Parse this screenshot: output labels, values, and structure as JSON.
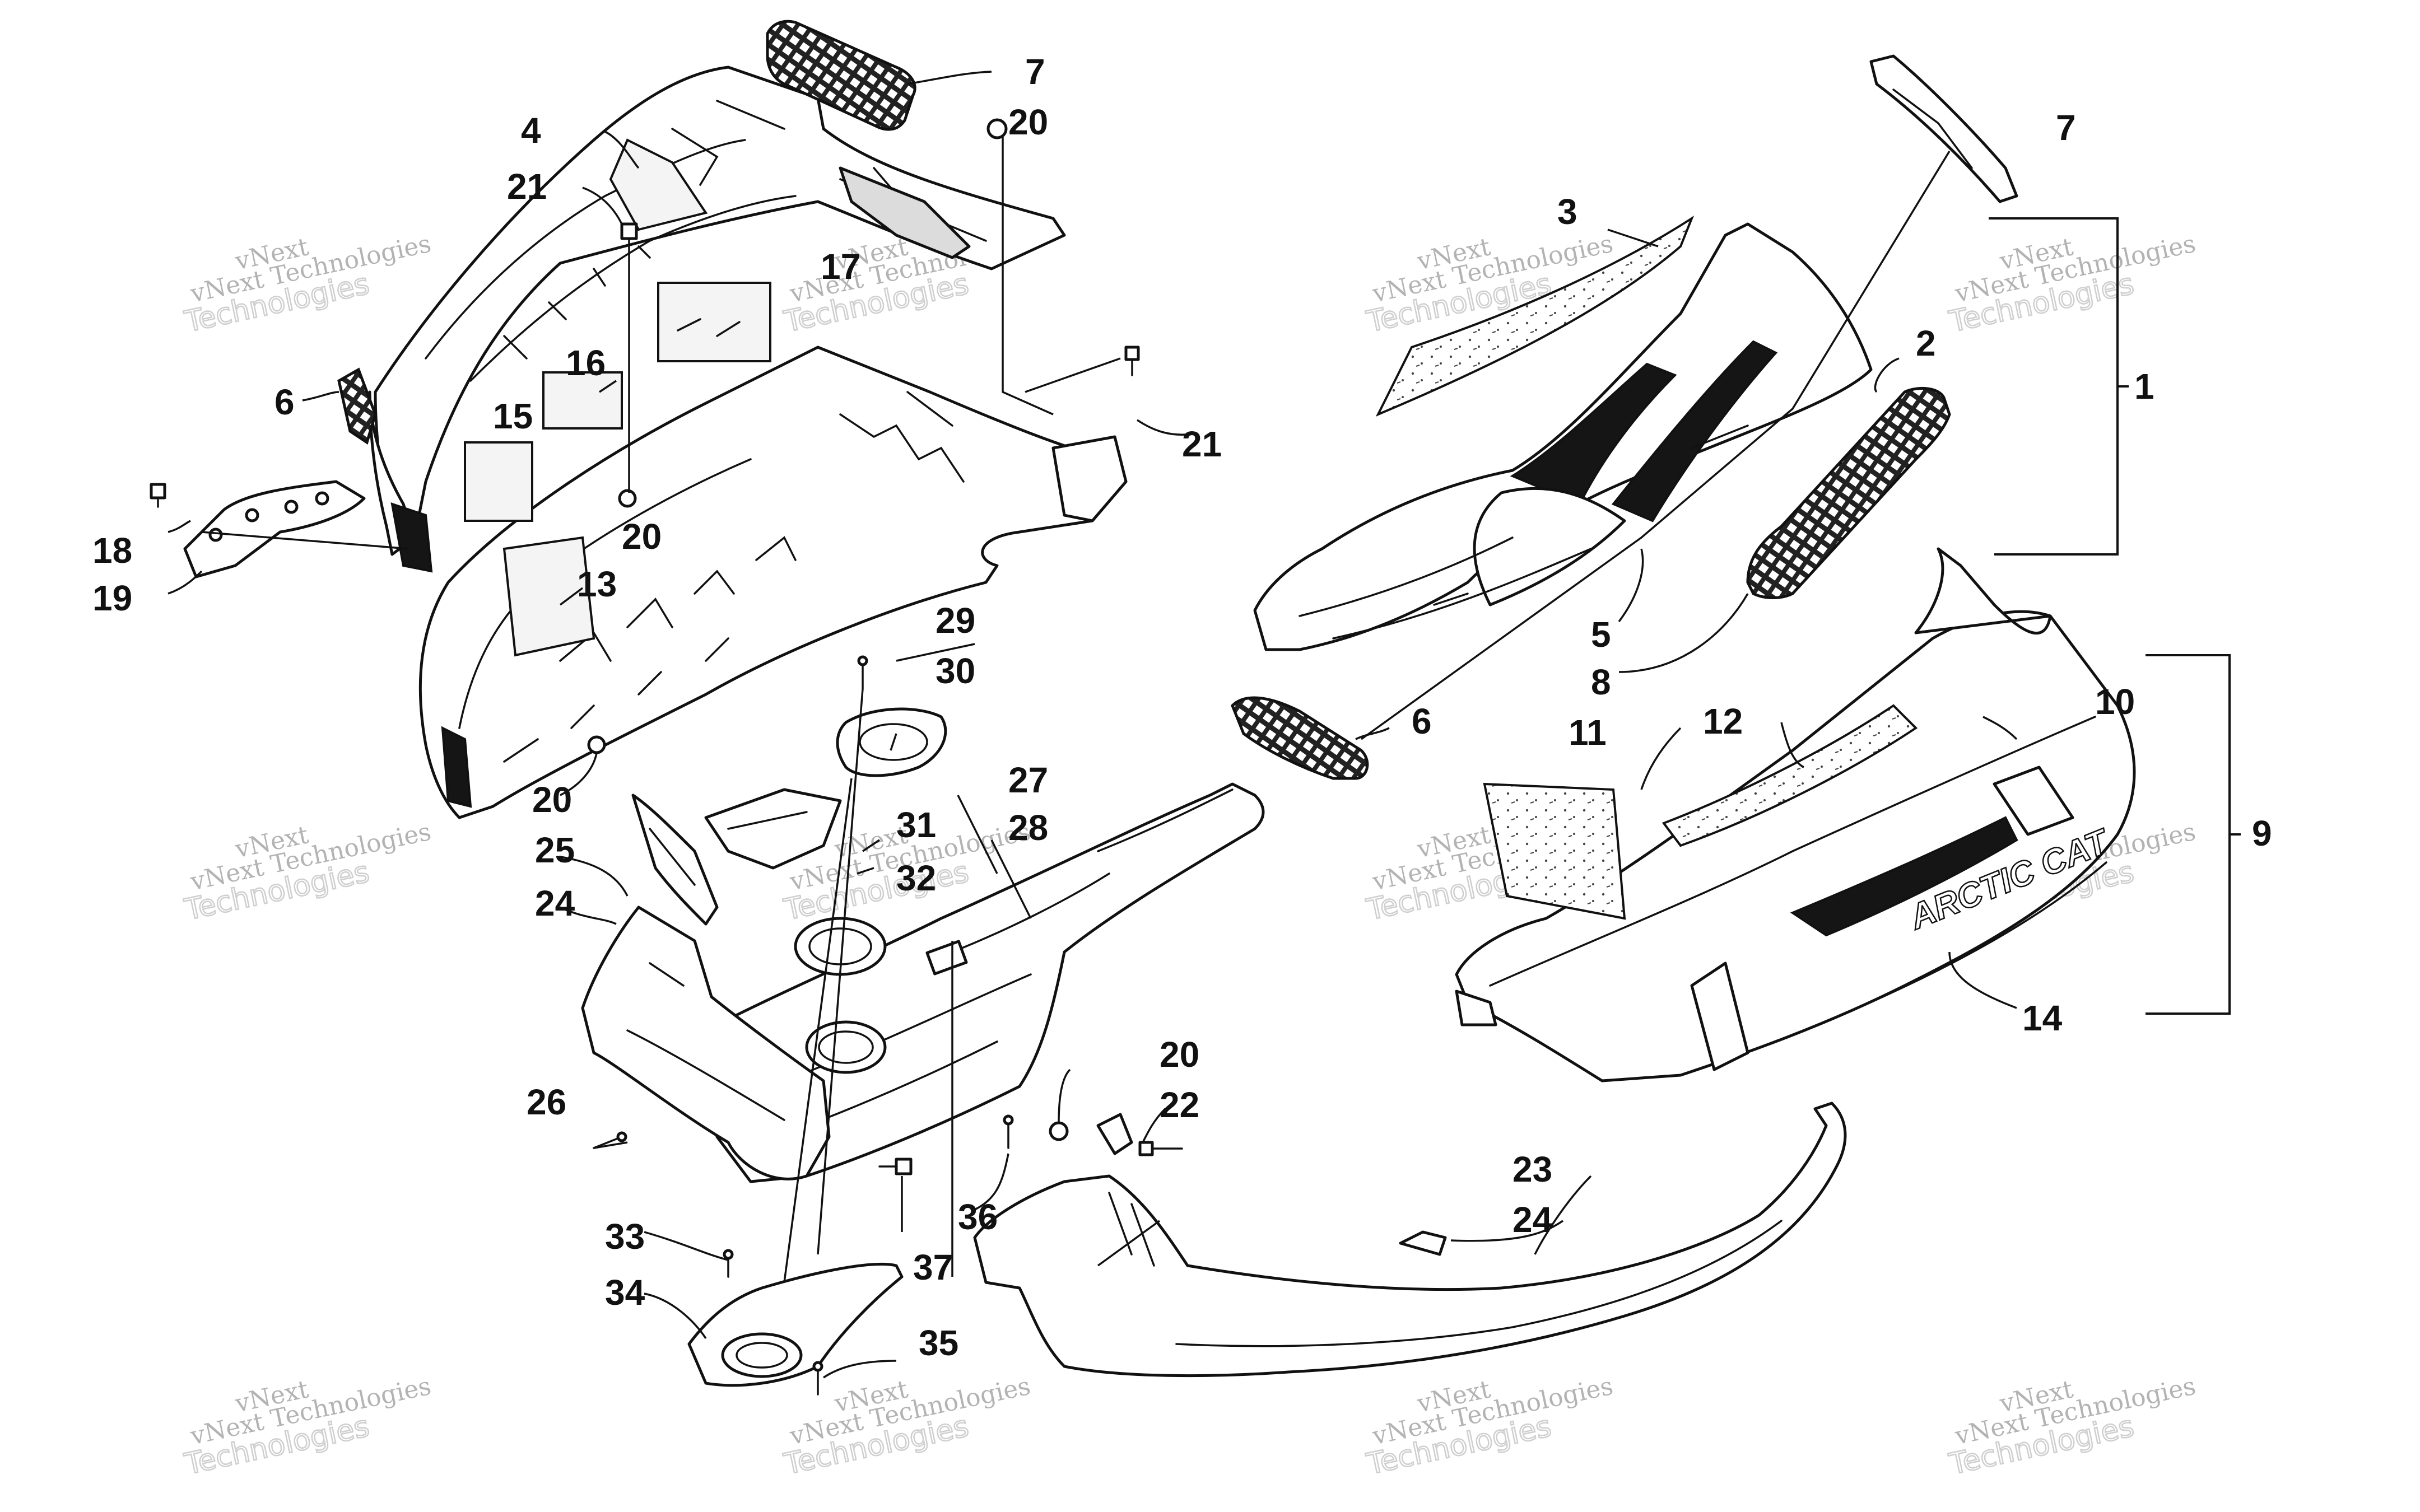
{
  "diagram": {
    "brand_decal_text": "ARCTIC CAT",
    "watermark": {
      "line1": "vNext",
      "line2": "Technologies",
      "full": "vNext Technologies"
    },
    "callouts": {
      "c1": "1",
      "c2": "2",
      "c3": "3",
      "c4": "4",
      "c5": "5",
      "c6a": "6",
      "c6b": "6",
      "c7a": "7",
      "c7b": "7",
      "c8": "8",
      "c9": "9",
      "c10": "10",
      "c11": "11",
      "c12": "12",
      "c13": "13",
      "c14": "14",
      "c15": "15",
      "c16": "16",
      "c17": "17",
      "c18": "18",
      "c19": "19",
      "c20a": "20",
      "c20b": "20",
      "c20c": "20",
      "c20d": "20",
      "c21a": "21",
      "c21b": "21",
      "c22": "22",
      "c23": "23",
      "c24a": "24",
      "c24b": "24",
      "c25": "25",
      "c26": "26",
      "c27": "27",
      "c28": "28",
      "c29": "29",
      "c30": "30",
      "c31": "31",
      "c32": "32",
      "c33": "33",
      "c34": "34",
      "c35": "35",
      "c36": "36",
      "c37": "37"
    }
  }
}
